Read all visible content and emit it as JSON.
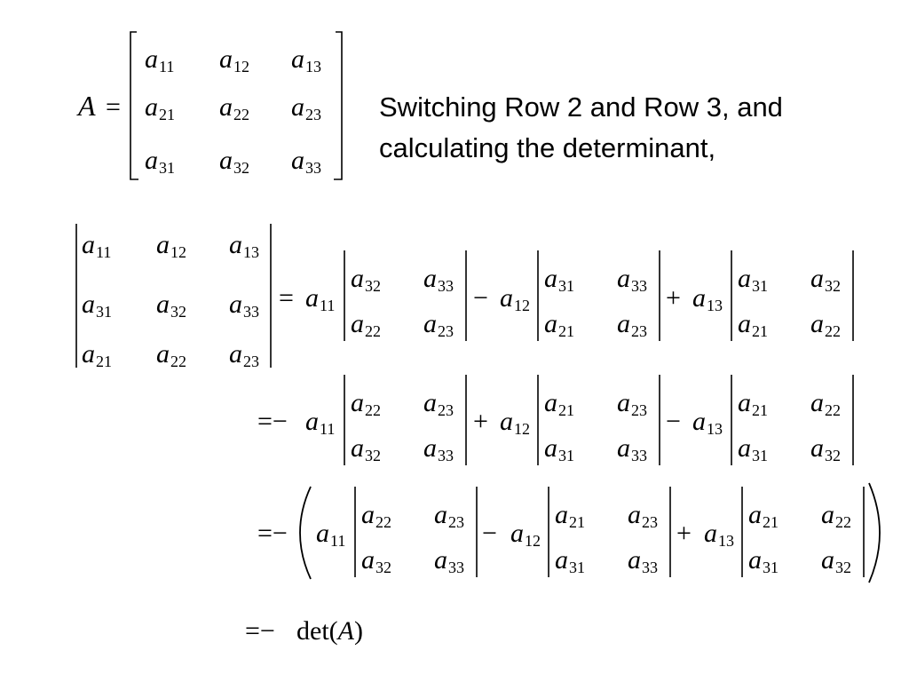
{
  "caption": {
    "line1": "Switching Row 2 and Row 3, and",
    "line2": "calculating the determinant,"
  },
  "symbols": {
    "A": "A",
    "a": "a",
    "equals": "=",
    "minus": "−",
    "plus": "+",
    "final": "det(A)"
  },
  "matrix_A": [
    [
      "11",
      "12",
      "13"
    ],
    [
      "21",
      "22",
      "23"
    ],
    [
      "31",
      "32",
      "33"
    ]
  ],
  "swapped": [
    [
      "11",
      "12",
      "13"
    ],
    [
      "31",
      "32",
      "33"
    ],
    [
      "21",
      "22",
      "23"
    ]
  ],
  "line1_terms": [
    {
      "sign": "=",
      "coef": "11",
      "minor": [
        [
          "32",
          "33"
        ],
        [
          "22",
          "23"
        ]
      ]
    },
    {
      "sign": "−",
      "coef": "12",
      "minor": [
        [
          "31",
          "33"
        ],
        [
          "21",
          "23"
        ]
      ]
    },
    {
      "sign": "+",
      "coef": "13",
      "minor": [
        [
          "31",
          "32"
        ],
        [
          "21",
          "22"
        ]
      ]
    }
  ],
  "line2_terms": [
    {
      "sign": "=−",
      "coef": "11",
      "minor": [
        [
          "22",
          "23"
        ],
        [
          "32",
          "33"
        ]
      ]
    },
    {
      "sign": "+",
      "coef": "12",
      "minor": [
        [
          "21",
          "23"
        ],
        [
          "31",
          "33"
        ]
      ]
    },
    {
      "sign": "−",
      "coef": "13",
      "minor": [
        [
          "21",
          "22"
        ],
        [
          "31",
          "32"
        ]
      ]
    }
  ],
  "line3_terms": [
    {
      "sign": "",
      "coef": "11",
      "minor": [
        [
          "22",
          "23"
        ],
        [
          "32",
          "33"
        ]
      ]
    },
    {
      "sign": "−",
      "coef": "12",
      "minor": [
        [
          "21",
          "23"
        ],
        [
          "31",
          "33"
        ]
      ]
    },
    {
      "sign": "+",
      "coef": "13",
      "minor": [
        [
          "21",
          "22"
        ],
        [
          "31",
          "32"
        ]
      ]
    }
  ],
  "line3_prefix": "=−",
  "line4_prefix": "=−"
}
